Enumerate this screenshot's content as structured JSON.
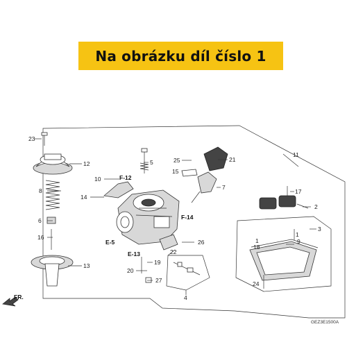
{
  "banner": {
    "text": "Na obrázku díl číslo 1",
    "color": "#f6c313"
  },
  "diagram_code": "GEZ3E1500A",
  "direction_label": "FR.",
  "refs": {
    "f12": "F-12",
    "f14": "F-14",
    "e5": "E-5",
    "e13": "E-13"
  },
  "part_numbers": {
    "p1a": "1",
    "p1b": "1",
    "p2": "2",
    "p3": "3",
    "p4": "4",
    "p5": "5",
    "p6": "6",
    "p7": "7",
    "p8": "8",
    "p9": "9",
    "p10": "10",
    "p11": "11",
    "p12": "12",
    "p13": "13",
    "p14": "14",
    "p15": "15",
    "p16": "16",
    "p17": "17",
    "p18": "18",
    "p19": "19",
    "p20": "20",
    "p21": "21",
    "p22": "22",
    "p23": "23",
    "p24": "24",
    "p25": "25",
    "p26": "26",
    "p27": "27"
  }
}
